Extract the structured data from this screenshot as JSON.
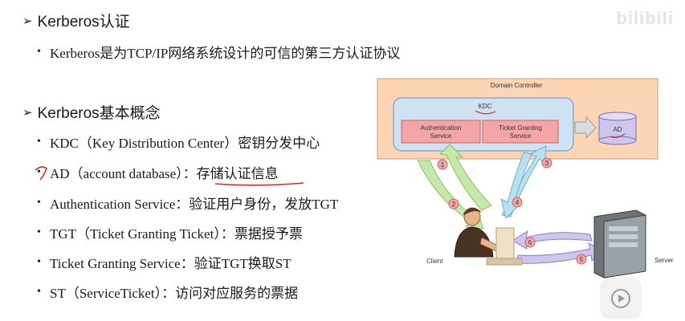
{
  "watermark": "bilibili",
  "section1": {
    "title": "Kerberos认证",
    "bullet": "Kerberos是为TCP/IP网络系统设计的可信的第三方认证协议"
  },
  "section2": {
    "title": "Kerberos基本概念",
    "items": [
      "KDC（Key Distribution Center）密钥分发中心",
      "AD（account database）：存储认证信息",
      "Authentication Service：验证用户身份，发放TGT",
      "TGT（Ticket Granting Ticket）：票据授予票",
      "Ticket Granting Service：验证TGT换取ST",
      "ST（ServiceTicket）：访问对应服务的票据"
    ]
  },
  "diagram": {
    "domain_controller": "Domain Controller",
    "kdc": "KDC",
    "auth_service_line1": "Authentication",
    "auth_service_line2": "Service",
    "tgs_line1": "Ticket Granting",
    "tgs_line2": "Service",
    "ad": "AD",
    "client": "Client",
    "server": "Server",
    "steps": [
      "1",
      "2",
      "3",
      "4",
      "5",
      "6"
    ]
  },
  "colors": {
    "domain_bg": "#fbd5b5",
    "kdc_bg": "#cfe2f3",
    "service_bg": "#f4a6a6",
    "arrow_green": "#c6e8a8",
    "arrow_blue": "#b8e0ee",
    "arrow_purple": "#cfc6ee",
    "annotation_red": "#d9262b"
  }
}
